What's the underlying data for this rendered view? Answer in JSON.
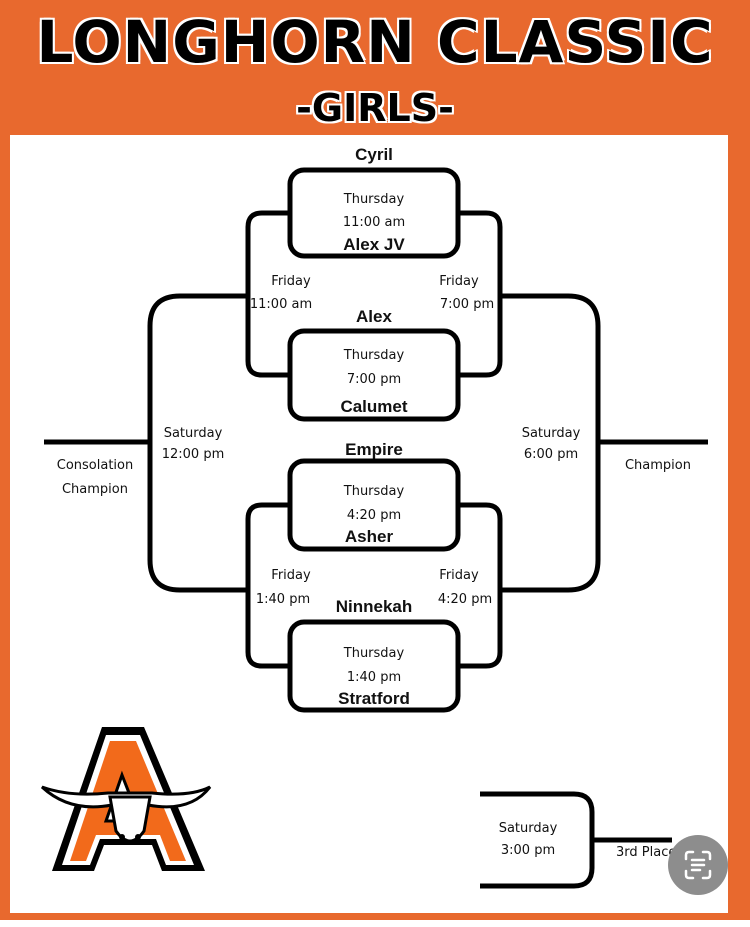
{
  "header": {
    "title": "LONGHORN CLASSIC",
    "subtitle": "-GIRLS-"
  },
  "colors": {
    "frame": "#e8692e",
    "line": "#000000",
    "logo_orange": "#f26a1b"
  },
  "bracket": {
    "top_game1": {
      "team_top": "Cyril",
      "team_bottom": "Alex JV",
      "day": "Thursday",
      "time": "11:00 am"
    },
    "top_game2": {
      "team_top": "Alex",
      "team_bottom": "Calumet",
      "day": "Thursday",
      "time": "7:00 pm"
    },
    "bottom_game1": {
      "team_top": "Empire",
      "team_bottom": "Asher",
      "day": "Thursday",
      "time": "4:20 pm"
    },
    "bottom_game2": {
      "team_top": "Ninnekah",
      "team_bottom": "Stratford",
      "day": "Thursday",
      "time": "1:40 pm"
    },
    "top_left_semi": {
      "day": "Friday",
      "time": "11:00 am"
    },
    "top_right_semi": {
      "day": "Friday",
      "time": "7:00 pm"
    },
    "bottom_left_semi": {
      "day": "Friday",
      "time": "1:40 pm"
    },
    "bottom_right_semi": {
      "day": "Friday",
      "time": "4:20 pm"
    },
    "left_final": {
      "day": "Saturday",
      "time": "12:00 pm"
    },
    "right_final": {
      "day": "Saturday",
      "time": "6:00 pm"
    },
    "consolation_label_1": "Consolation",
    "consolation_label_2": "Champion",
    "champion_label": "Champion",
    "third_place": {
      "day": "Saturday",
      "time": "3:00 pm",
      "label": "3rd Place"
    }
  },
  "logo": {
    "letter": "A"
  },
  "scan_button": {
    "icon": "text-scan-icon"
  }
}
